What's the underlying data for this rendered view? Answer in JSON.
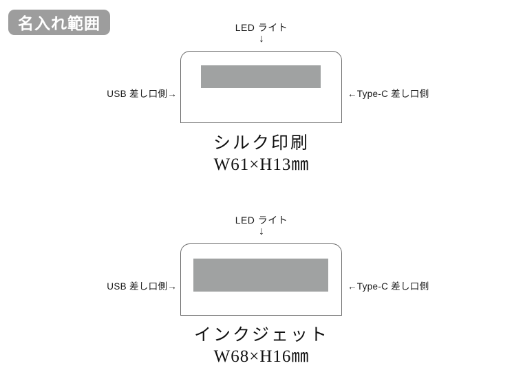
{
  "badge": {
    "label": "名入れ範囲",
    "bg_color": "#9d9d9d",
    "text_color": "#ffffff"
  },
  "colors": {
    "print_area": "#a0a2a2",
    "device_outline": "#6b6b6b",
    "text": "#1a1a1a",
    "background": "#ffffff"
  },
  "diagrams": [
    {
      "id": "silk",
      "led_label": "LED ライト",
      "led_arrow": "↓",
      "left_label": "USB 差し口側→",
      "right_label": "←Type-C 差し口側",
      "method_name": "シルク印刷",
      "print_size": "W61×H13㎜",
      "print_width_mm": 61,
      "print_height_mm": 13
    },
    {
      "id": "inkjet",
      "led_label": "LED ライト",
      "led_arrow": "↓",
      "left_label": "USB 差し口側→",
      "right_label": "←Type-C 差し口側",
      "method_name": "インクジェット",
      "print_size": "W68×H16㎜",
      "print_width_mm": 68,
      "print_height_mm": 16
    }
  ]
}
